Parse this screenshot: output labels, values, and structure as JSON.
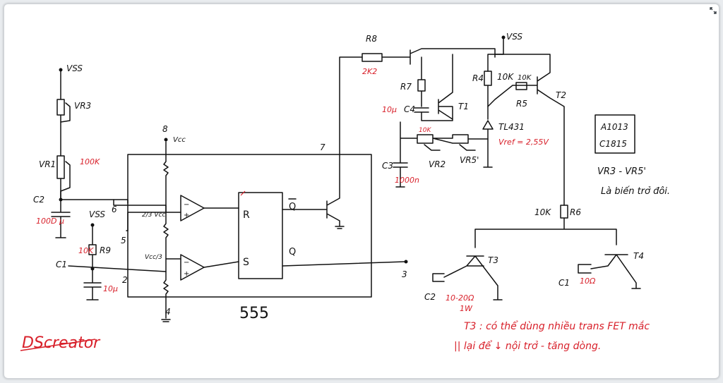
{
  "colors": {
    "ink": "#111111",
    "accent_red": "#d8202a",
    "background": "#ffffff"
  },
  "ic": {
    "name": "555",
    "pins": {
      "p2": "2",
      "p3": "3",
      "p4": "4",
      "p5": "5",
      "p6": "6",
      "p7": "7",
      "p8": "8"
    },
    "vcc_label": "Vcc",
    "ref_upper": "2/3 Vcc",
    "ref_lower": "Vcc/3",
    "flipflop": {
      "r": "R",
      "s": "S",
      "q": "Q",
      "qbar": "Q"
    }
  },
  "left_network": {
    "vss_top": "VSS",
    "vr3": "VR3",
    "vr1": "VR1",
    "vr1_value": "100K",
    "c2": "C2",
    "c2_value": "100D µ",
    "vss_mid": "VSS",
    "r9": "R9",
    "r9_value": "10K",
    "c1": "C1",
    "c1_value": "10µ"
  },
  "right_network": {
    "vss_top": "VSS",
    "r8": "R8",
    "r8_value": "2K2",
    "r7": "R7",
    "c4": "C4",
    "c4_value": "10µ",
    "t1": "T1",
    "r4": "R4",
    "r4_value": "10K",
    "r5_value": "10K",
    "r5": "R5",
    "t2": "T2",
    "tl431": "TL431",
    "vref": "Vref = 2,55V",
    "vr2_value": "10K",
    "vr2": "VR2",
    "vr5": "VR5'",
    "c3": "C3",
    "c3_value": "1000n",
    "r6_value": "10K",
    "r6": "R6",
    "t3": "T3",
    "t4": "T4",
    "c2": "C2",
    "c2_res": "10-20Ω",
    "c2_res_power": "1W",
    "c1": "C1",
    "c1_res": "10Ω"
  },
  "parts_box": {
    "line1": "A1013",
    "line2": "C1815"
  },
  "notes": {
    "vr_note_1": "VR3 - VR5'",
    "vr_note_2": "Là biến trở đôi.",
    "red_note_1": "T3 : có thể dùng nhiều trans FET mắc",
    "red_note_2": "|| lại để ↓ nội trở - tăng dòng."
  },
  "watermark": "DScreator",
  "window": {
    "expand_icon": "expand-icon"
  }
}
